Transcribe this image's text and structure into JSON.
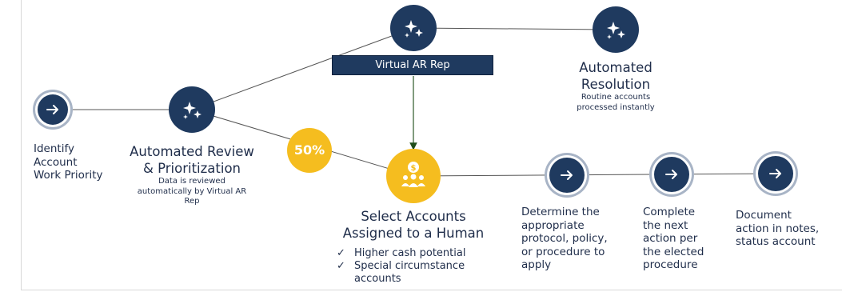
{
  "nodes": {
    "start": {
      "icon": "arrow-right-icon",
      "label": "Identify Account Work Priority",
      "lines": [
        "Identify",
        "Account",
        "Work Priority"
      ]
    },
    "review": {
      "icon": "sparkles-icon",
      "title_lines": [
        "Automated Review",
        "& Prioritization"
      ],
      "sub_lines": [
        "Data is reviewed",
        "automatically by Virtual AR",
        "Rep"
      ]
    },
    "virtual_rep": {
      "icon": "sparkles-icon",
      "label": "Virtual AR Rep"
    },
    "resolution": {
      "icon": "sparkles-icon",
      "title_lines": [
        "Automated",
        "Resolution"
      ],
      "sub_lines": [
        "Routine accounts",
        "processed instantly"
      ]
    },
    "percent_badge": "50%",
    "human": {
      "icon": "money-people-icon",
      "title_lines": [
        "Select Accounts",
        "Assigned to a Human"
      ],
      "checks": [
        "Higher cash potential",
        "Special circumstance accounts"
      ],
      "check_lines": [
        [
          "Higher cash potential"
        ],
        [
          "Special circumstance",
          "accounts"
        ]
      ],
      "check_mark": "✓"
    },
    "step1": {
      "icon": "arrow-right-icon",
      "lines": [
        "Determine the",
        "appropriate",
        "protocol, policy,",
        "or procedure to",
        "apply"
      ]
    },
    "step2": {
      "icon": "arrow-right-icon",
      "lines": [
        "Complete",
        "the next",
        "action per",
        "the elected",
        "procedure"
      ]
    },
    "step3": {
      "icon": "arrow-right-icon",
      "lines": [
        "Document",
        "action in notes,",
        "status account"
      ]
    }
  },
  "colors": {
    "navy": "#1f3a5f",
    "ring": "#9aa8bd",
    "gold": "#f5bd1f",
    "line": "#555555",
    "arrow": "#2d5a27"
  }
}
